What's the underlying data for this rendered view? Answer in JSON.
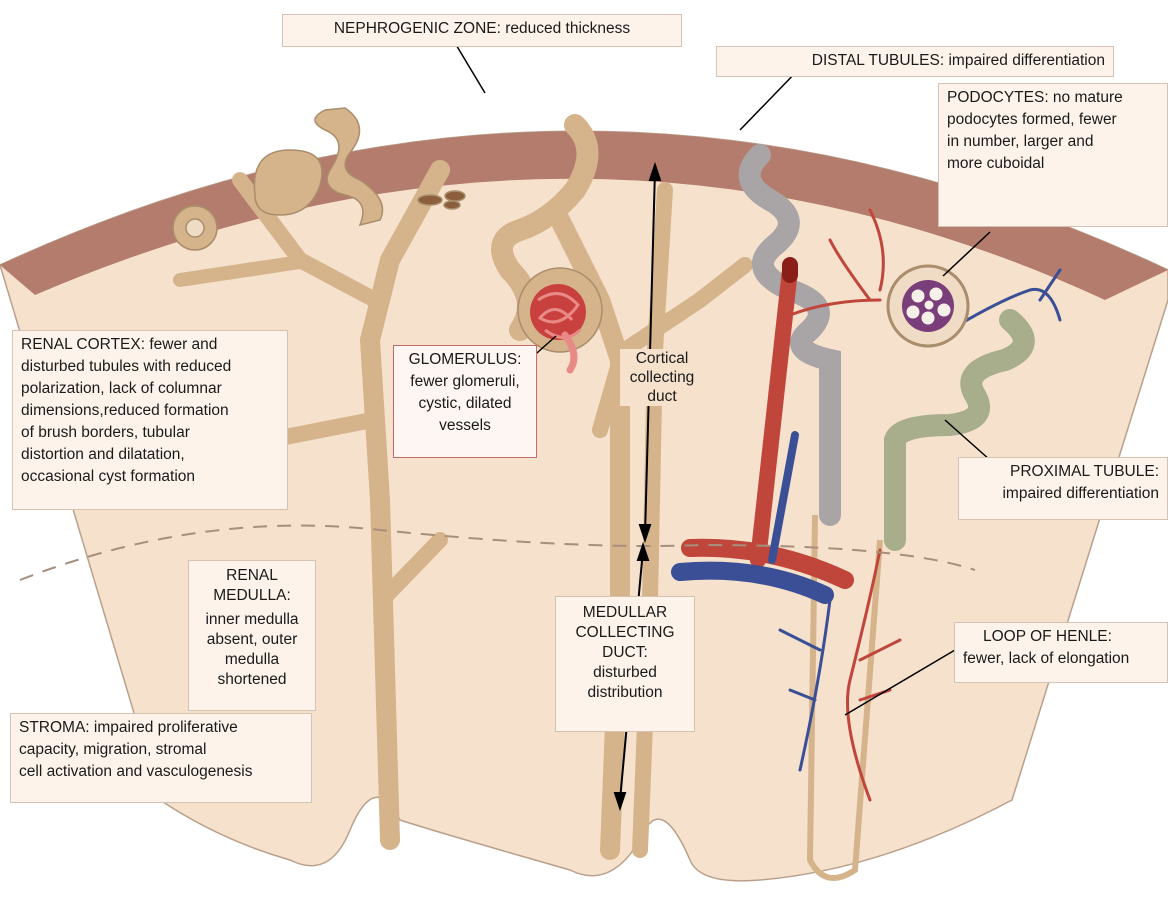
{
  "labels": {
    "nephrogenic_zone": "NEPHROGENIC ZONE: reduced thickness",
    "distal_tubules": "DISTAL TUBULES: impaired differentiation",
    "podocytes": [
      "PODOCYTES: no mature",
      "podocytes formed, fewer",
      "in number, larger and",
      "more cuboidal"
    ],
    "renal_cortex": [
      "RENAL CORTEX: fewer and",
      "disturbed tubules with reduced",
      "polarization, lack of columnar",
      "dimensions,reduced formation",
      "of brush borders, tubular",
      "distortion and dilatation,",
      "occasional cyst formation"
    ],
    "glomerulus": [
      "GLOMERULUS:",
      "fewer glomeruli,",
      "cystic, dilated",
      "vessels"
    ],
    "cortical_collecting_duct": [
      "Cortical",
      "collecting",
      "duct"
    ],
    "proximal_tubule": [
      "PROXIMAL TUBULE:",
      "impaired differentiation"
    ],
    "renal_medulla": [
      "RENAL",
      "MEDULLA:",
      "inner medulla",
      "absent, outer",
      "medulla",
      "shortened"
    ],
    "medullar_collecting_duct": [
      "MEDULLAR",
      "COLLECTING",
      "DUCT:",
      "disturbed",
      "distribution"
    ],
    "loop_of_henle": [
      "LOOP OF HENLE:",
      "fewer, lack of elongation"
    ],
    "stroma": [
      "STROMA: impaired proliferative",
      "capacity, migration, stromal",
      "cell activation and vasculogenesis"
    ]
  },
  "colors": {
    "capsule": "#b47c6c",
    "tissue": "#f5e1cc",
    "tubule": "#d5b48c",
    "artery": "#c0453a",
    "vein": "#3a4f96",
    "distal_tubule": "#a9a4a6",
    "proximal_tubule": "#a8ad8c"
  }
}
